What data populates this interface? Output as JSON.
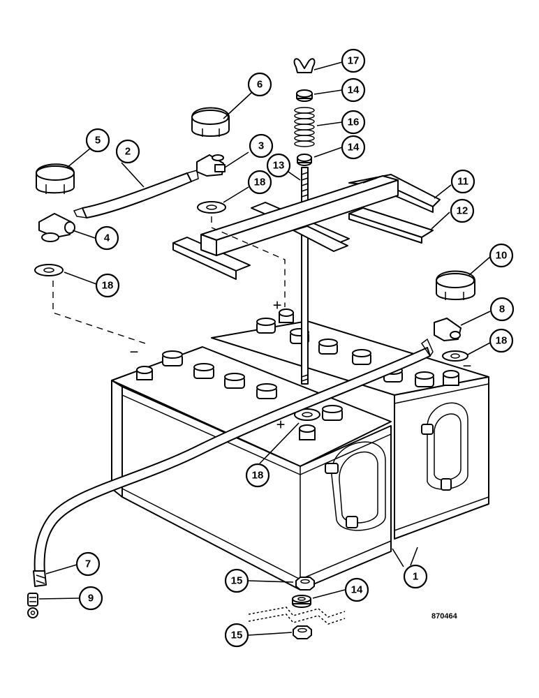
{
  "reference_number": "870464",
  "polarity": {
    "plus": "+",
    "minus": "−"
  },
  "callouts": [
    {
      "id": "c1",
      "label": "1"
    },
    {
      "id": "c2",
      "label": "2"
    },
    {
      "id": "c3",
      "label": "3"
    },
    {
      "id": "c4",
      "label": "4"
    },
    {
      "id": "c5",
      "label": "5"
    },
    {
      "id": "c6",
      "label": "6"
    },
    {
      "id": "c7",
      "label": "7"
    },
    {
      "id": "c8",
      "label": "8"
    },
    {
      "id": "c9",
      "label": "9"
    },
    {
      "id": "c10",
      "label": "10"
    },
    {
      "id": "c11",
      "label": "11"
    },
    {
      "id": "c12",
      "label": "12"
    },
    {
      "id": "c13",
      "label": "13"
    },
    {
      "id": "c14a",
      "label": "14"
    },
    {
      "id": "c14b",
      "label": "14"
    },
    {
      "id": "c14c",
      "label": "14"
    },
    {
      "id": "c15a",
      "label": "15"
    },
    {
      "id": "c15b",
      "label": "15"
    },
    {
      "id": "c16",
      "label": "16"
    },
    {
      "id": "c17",
      "label": "17"
    },
    {
      "id": "c18a",
      "label": "18"
    },
    {
      "id": "c18b",
      "label": "18"
    },
    {
      "id": "c18c",
      "label": "18"
    },
    {
      "id": "c18d",
      "label": "18"
    }
  ]
}
